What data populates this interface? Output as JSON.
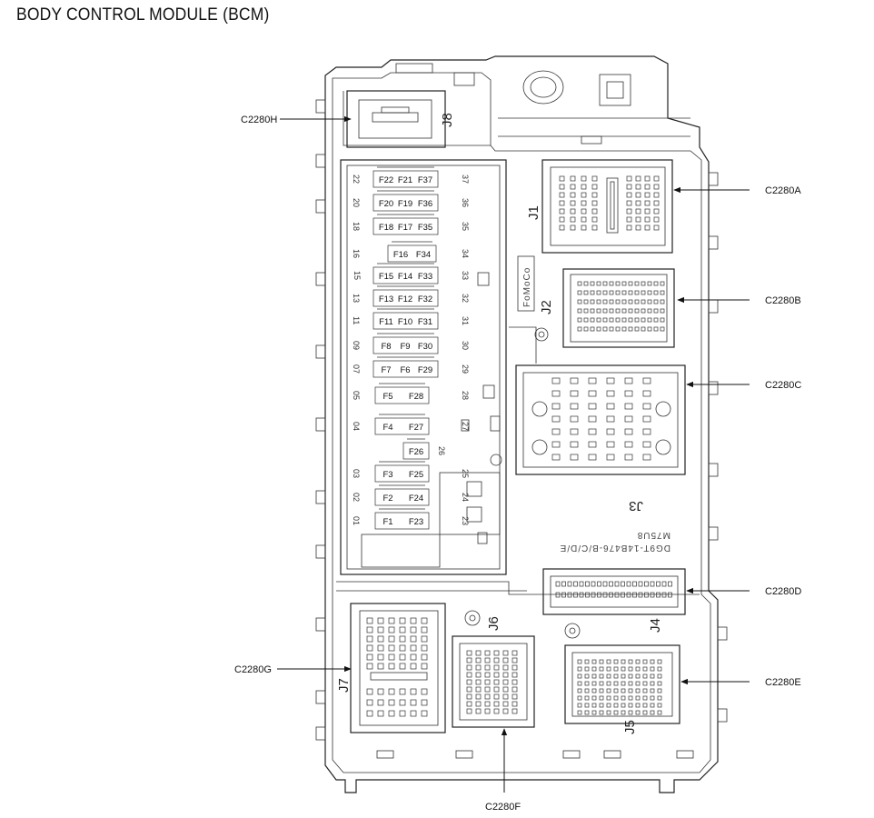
{
  "title": "BODY CONTROL MODULE (BCM)",
  "connectors": [
    {
      "id": "C2280H",
      "junction": "J8"
    },
    {
      "id": "C2280A",
      "junction": "J1"
    },
    {
      "id": "C2280B",
      "junction": "J2"
    },
    {
      "id": "C2280C",
      "junction": "J3"
    },
    {
      "id": "C2280D",
      "junction": "J4"
    },
    {
      "id": "C2280E",
      "junction": "J5"
    },
    {
      "id": "C2280F",
      "junction": "J6"
    },
    {
      "id": "C2280G",
      "junction": "J7"
    }
  ],
  "fuse_rows": [
    {
      "left": "22",
      "fuses": [
        "F22",
        "F21",
        "F37"
      ],
      "right": "37"
    },
    {
      "left": "20",
      "fuses": [
        "F20",
        "F19",
        "F36"
      ],
      "right": "36"
    },
    {
      "left": "18",
      "fuses": [
        "F18",
        "F17",
        "F35"
      ],
      "right": "35"
    },
    {
      "left": "16",
      "fuses": [
        "F16",
        "F34"
      ],
      "right": "34"
    },
    {
      "left": "15",
      "fuses": [
        "F15",
        "F14",
        "F33"
      ],
      "right": "33"
    },
    {
      "left": "13",
      "fuses": [
        "F13",
        "F12",
        "F32"
      ],
      "right": "32"
    },
    {
      "left": "11",
      "fuses": [
        "F11",
        "F10",
        "F31"
      ],
      "right": "31"
    },
    {
      "left": "09",
      "fuses": [
        "F8",
        "F9",
        "F30"
      ],
      "right": "30"
    },
    {
      "left": "07",
      "fuses": [
        "F7",
        "F6",
        "F29"
      ],
      "right": "29"
    },
    {
      "left": "05",
      "fuses": [
        "F5",
        "F28"
      ],
      "right": "28"
    },
    {
      "left": "04",
      "fuses": [
        "F4",
        "F27"
      ],
      "right": "27"
    },
    {
      "left": "",
      "fuses": [
        "F26"
      ],
      "right": "26"
    },
    {
      "left": "03",
      "fuses": [
        "F3",
        "F25"
      ],
      "right": "25"
    },
    {
      "left": "02",
      "fuses": [
        "F2",
        "F24"
      ],
      "right": "24"
    },
    {
      "left": "01",
      "fuses": [
        "F1",
        "F23"
      ],
      "right": "23"
    }
  ],
  "markings": {
    "brand": "FoMoCo",
    "part_number": "DG9T-14B476-B/C/D/E",
    "date_code": "M75U8"
  }
}
